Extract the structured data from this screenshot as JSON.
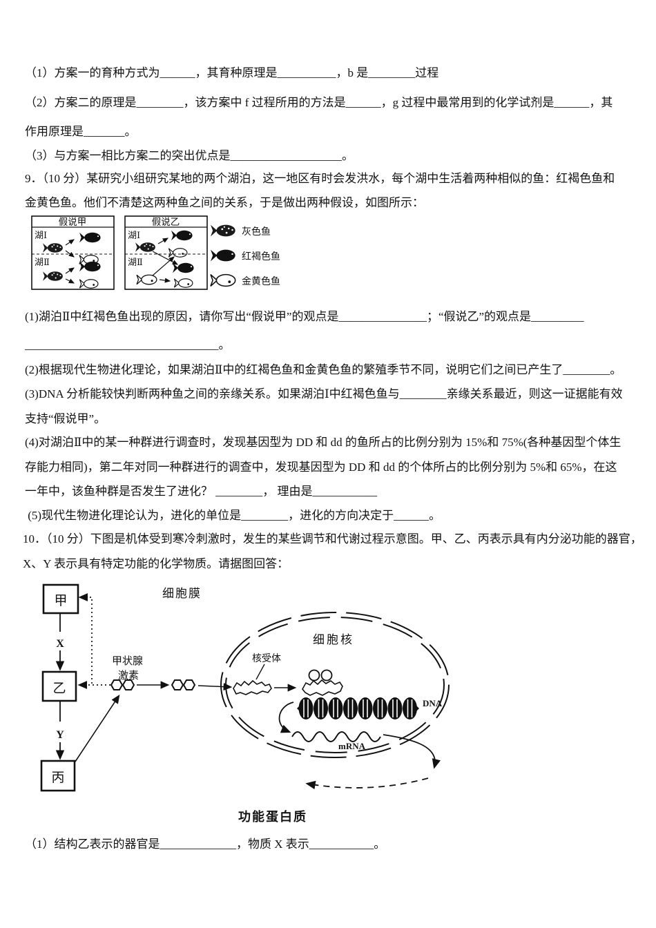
{
  "q8": {
    "parts": [
      "（1）方案一的育种方式为______，其育种原理是__________，b 是________过程",
      "（2）方案二的原理是________，该方案中 f 过程所用的方法是______，g 过程中最常用到的化学试剂是______，其",
      "作用原理是_______。",
      "（3）与方案一相比方案二的突出优点是___________________。"
    ]
  },
  "q9": {
    "intro": [
      "9．（10 分）某研究小组研究某地的两个湖泊，这一地区有时会发洪水，每个湖中生活着两种相似的鱼：红褐色鱼和",
      "金黄色鱼。他们不清楚这两种鱼之间的关系，于是做出两种假设，如图所示："
    ],
    "figure": {
      "hyp_a_title": "假说甲",
      "hyp_b_title": "假说乙",
      "lake1": "湖Ⅰ",
      "lake2": "湖Ⅱ",
      "legend": [
        {
          "label": "灰色鱼"
        },
        {
          "label": "红褐色鱼"
        },
        {
          "label": "金黄色鱼"
        }
      ]
    },
    "parts": [
      "(1)湖泊Ⅱ中红褐色鱼出现的原因，请你写出“假说甲”的观点是_______________；“假说乙”的观点是_________",
      "_________________________________。",
      "(2)根据现代生物进化理论，如果湖泊Ⅱ中的红褐色鱼和金黄色鱼的繁殖季节不同，说明它们之间已产生了________。",
      "(3)DNA 分析能较快判断两种鱼之间的亲缘关系。如果湖泊Ⅰ中红褐色鱼与________亲缘关系最近，则这一证据能有效",
      "支持“假说甲”。",
      "(4)对湖泊Ⅱ中的某一种群进行调查时，发现基因型为 DD 和 dd 的鱼所占的比例分别为 15%和 75%(各种基因型个体生",
      "存能力相同)，第二年对同一种群进行的调查中，发现基因型为 DD 和 dd 的个体所占的比例分别为 5%和 65%，在这",
      "一年中，该鱼种群是否发生了进化？ ________， 理由是___________",
      " (5)现代生物进化理论认为，进化的单位是________，进化的方向决定于______。"
    ]
  },
  "q10": {
    "intro": [
      "10．（10 分）下图是机体受到寒冷刺激时，发生的某些调节和代谢过程示意图。甲、乙、丙表示具有内分泌功能的器官，",
      "X、Y 表示具有特定功能的化学物质。请据图回答："
    ],
    "figure": {
      "membrane_label": "细胞膜",
      "nucleus_label": "细胞核",
      "receptor_label": "核受体",
      "organ_top": "甲",
      "organ_mid": "乙",
      "organ_bottom": "丙",
      "substance_x": "X",
      "substance_y": "Y",
      "hormone_line1": "甲状腺",
      "hormone_line2": "激素",
      "dna_label": "DNA",
      "mrna_label": "mRNA",
      "protein_label": "功能蛋白质"
    },
    "parts": [
      "（1）结构乙表示的器官是_____________，物质 X 表示___________。"
    ]
  }
}
